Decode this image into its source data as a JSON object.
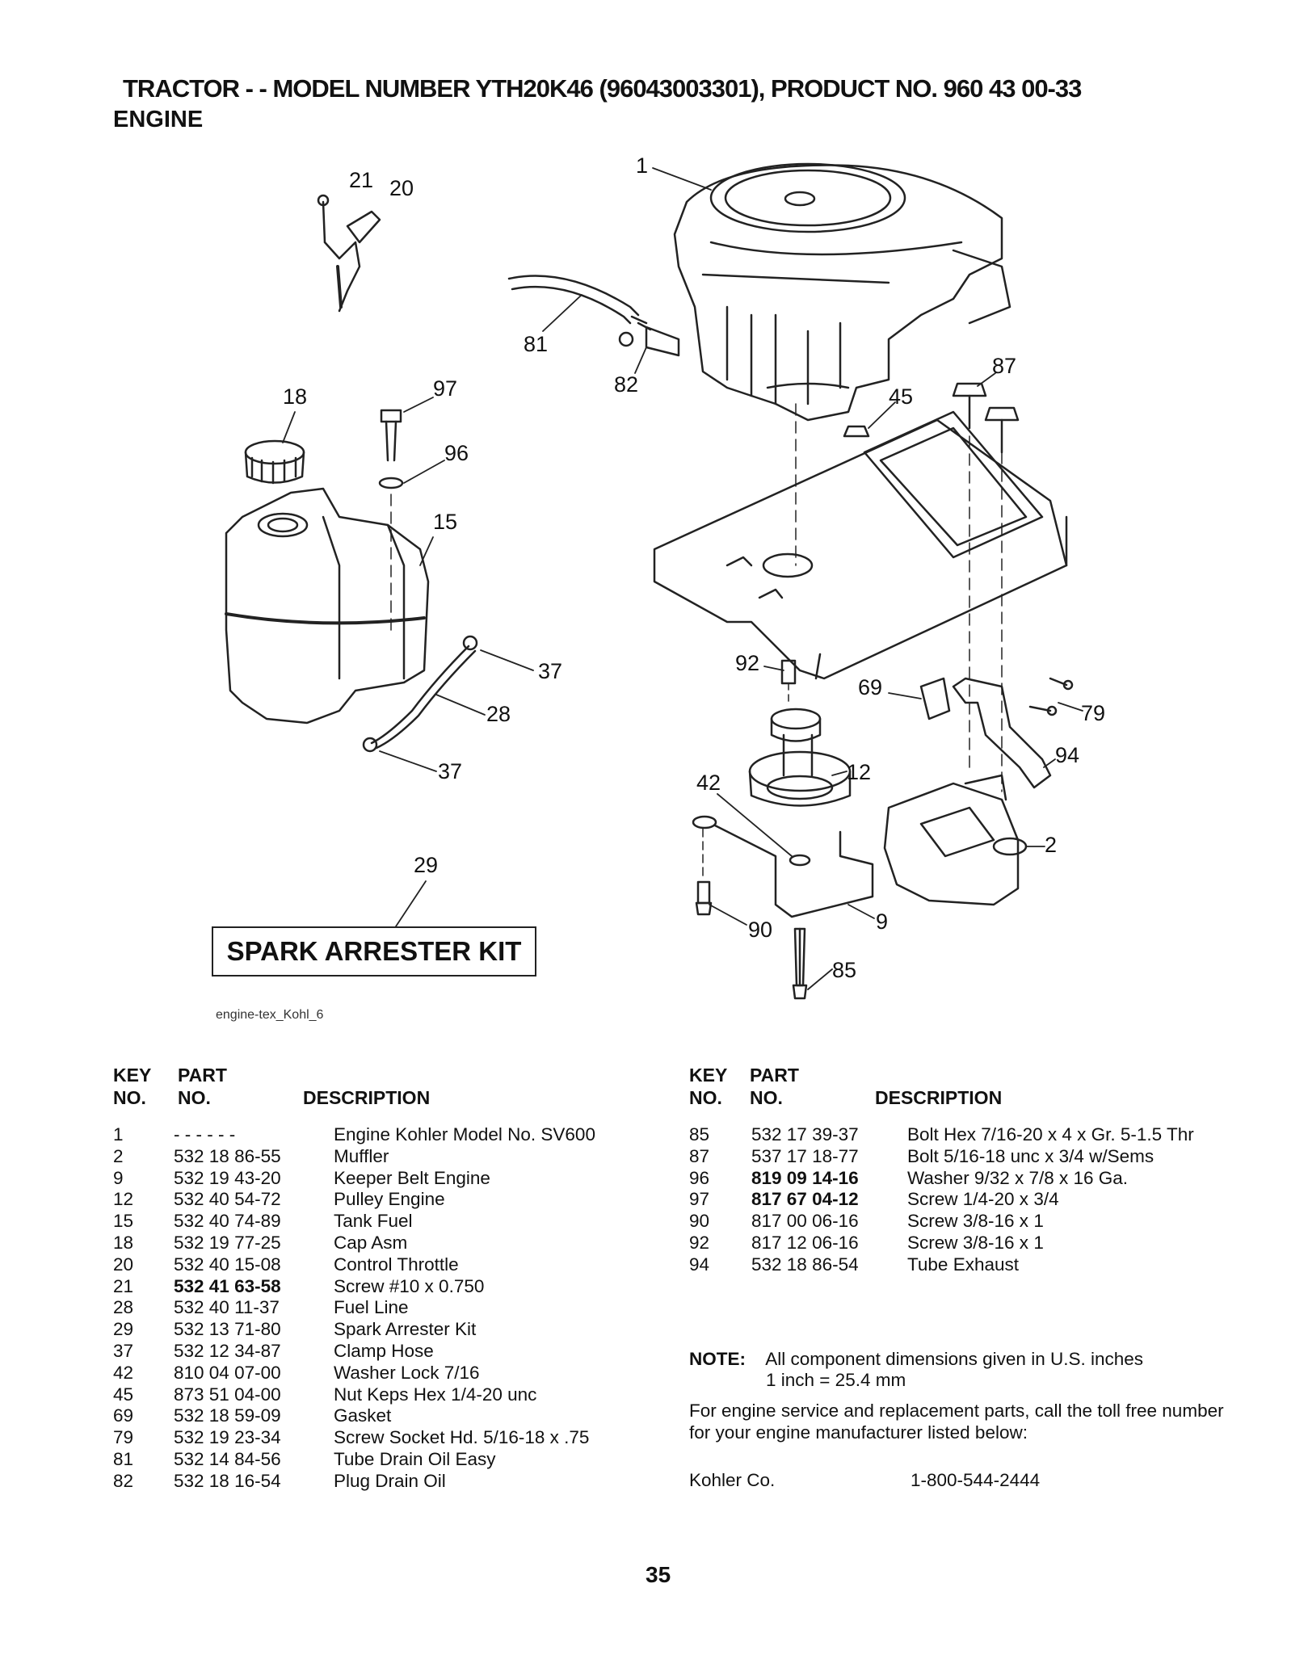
{
  "header": {
    "title": "TRACTOR - - MODEL NUMBER YTH20K46 (96043003301), PRODUCT NO. 960 43 00-33",
    "subtitle": "ENGINE"
  },
  "diagram": {
    "callouts": [
      "21",
      "20",
      "1",
      "81",
      "82",
      "87",
      "45",
      "18",
      "97",
      "96",
      "15",
      "37",
      "28",
      "37",
      "92",
      "69",
      "79",
      "94",
      "42",
      "12",
      "2",
      "29",
      "90",
      "9",
      "85"
    ],
    "kit_label": "SPARK ARRESTER KIT",
    "caption": "engine-tex_Kohl_6"
  },
  "table_headers": {
    "key_top": "KEY",
    "key_bottom": "NO.",
    "part_top": "PART",
    "part_bottom": "NO.",
    "description": "DESCRIPTION"
  },
  "parts_left": [
    {
      "key": "1",
      "part": "- - - - - -",
      "desc": "Engine Kohler Model No. SV600",
      "bold": false
    },
    {
      "key": "2",
      "part": "532 18 86-55",
      "desc": "Muffler",
      "bold": false
    },
    {
      "key": "9",
      "part": "532 19 43-20",
      "desc": "Keeper Belt Engine",
      "bold": false
    },
    {
      "key": "12",
      "part": "532 40 54-72",
      "desc": "Pulley Engine",
      "bold": false
    },
    {
      "key": "15",
      "part": "532 40 74-89",
      "desc": "Tank Fuel",
      "bold": false
    },
    {
      "key": "18",
      "part": "532 19 77-25",
      "desc": "Cap Asm",
      "bold": false
    },
    {
      "key": "20",
      "part": "532 40 15-08",
      "desc": "Control Throttle",
      "bold": false
    },
    {
      "key": "21",
      "part": "532 41 63-58",
      "desc": "Screw #10 x 0.750",
      "bold": true
    },
    {
      "key": "28",
      "part": "532 40 11-37",
      "desc": "Fuel Line",
      "bold": false
    },
    {
      "key": "29",
      "part": "532 13 71-80",
      "desc": "Spark Arrester Kit",
      "bold": false
    },
    {
      "key": "37",
      "part": "532 12 34-87",
      "desc": "Clamp Hose",
      "bold": false
    },
    {
      "key": "42",
      "part": "810 04 07-00",
      "desc": "Washer Lock 7/16",
      "bold": false
    },
    {
      "key": "45",
      "part": "873 51 04-00",
      "desc": "Nut Keps Hex 1/4-20 unc",
      "bold": false
    },
    {
      "key": "69",
      "part": "532 18 59-09",
      "desc": "Gasket",
      "bold": false
    },
    {
      "key": "79",
      "part": "532 19 23-34",
      "desc": "Screw Socket Hd. 5/16-18 x .75",
      "bold": false
    },
    {
      "key": "81",
      "part": "532 14 84-56",
      "desc": "Tube Drain Oil Easy",
      "bold": false
    },
    {
      "key": "82",
      "part": "532 18 16-54",
      "desc": "Plug Drain Oil",
      "bold": false
    }
  ],
  "parts_right": [
    {
      "key": "85",
      "part": "532 17 39-37",
      "desc": "Bolt Hex 7/16-20 x 4 x Gr. 5-1.5 Thr",
      "bold": false
    },
    {
      "key": "87",
      "part": "537 17 18-77",
      "desc": "Bolt 5/16-18 unc x 3/4 w/Sems",
      "bold": false
    },
    {
      "key": "96",
      "part": "819 09 14-16",
      "desc": "Washer 9/32 x 7/8 x 16 Ga.",
      "bold": true
    },
    {
      "key": "97",
      "part": "817 67 04-12",
      "desc": "Screw 1/4-20 x 3/4",
      "bold": true
    },
    {
      "key": "90",
      "part": "817 00 06-16",
      "desc": "Screw 3/8-16 x 1",
      "bold": false
    },
    {
      "key": "92",
      "part": "817 12 06-16",
      "desc": "Screw 3/8-16 x 1",
      "bold": false
    },
    {
      "key": "94",
      "part": "532 18 86-54",
      "desc": "Tube Exhaust",
      "bold": false
    }
  ],
  "note": {
    "label": "NOTE:",
    "text": "All component dimensions given in U.S. inches",
    "text2": "1 inch = 25.4 mm"
  },
  "service_text": "For engine service and replacement parts, call the toll free number for your engine manufacturer listed below:",
  "manufacturer": {
    "name": "Kohler Co.",
    "phone": "1-800-544-2444"
  },
  "page_number": "35"
}
